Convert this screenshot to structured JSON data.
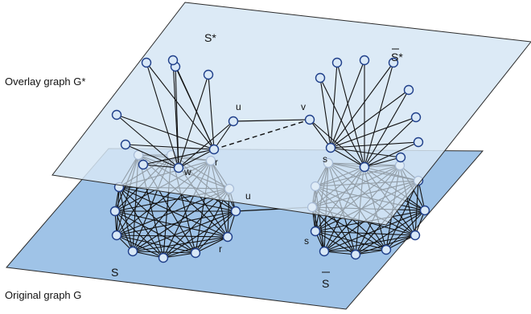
{
  "labels": {
    "overlay_graph": "Overlay graph G*",
    "original_graph": "Original graph G",
    "overlay_left_set": "S*",
    "overlay_right_set": "S*",
    "original_left_set": "S",
    "original_right_set": "S",
    "node_u": "u",
    "node_v": "v",
    "node_r": "r",
    "node_s": "s",
    "node_w": "w"
  },
  "colors": {
    "upper_plane": "#d6e6f5",
    "lower_plane": "#9fc3e7",
    "node_fill": "#d8e8f7",
    "node_stroke": "#1f3f8a",
    "edge": "#111111"
  }
}
